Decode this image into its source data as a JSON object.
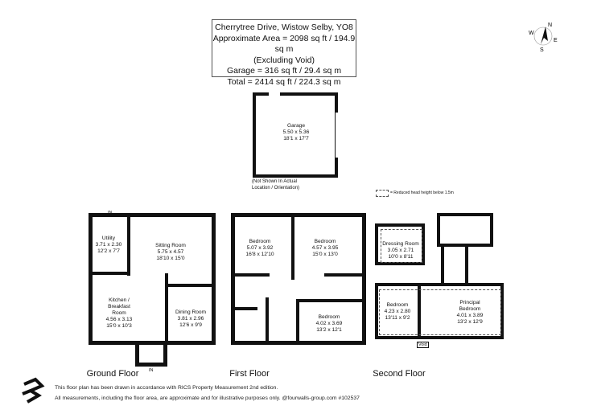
{
  "header": {
    "lines": [
      "Cherrytree Drive, Wistow Selby, YO8",
      "Approximate Area = 2098 sq ft / 194.9 sq m",
      "(Excluding Void)",
      "Garage = 316 sq ft / 29.4 sq m",
      "Total = 2414 sq ft / 224.3 sq m"
    ]
  },
  "compass": {
    "n": "N",
    "e": "E",
    "s": "S",
    "w": "W"
  },
  "garage": {
    "name": "Garage",
    "metric": "5.50 x 5.36",
    "imperial": "18'1 x 17'7",
    "note": "(Not Shown In Actual Location / Orientation)"
  },
  "legend": {
    "text": "= Reduced head height below 1.5m"
  },
  "ground_floor": {
    "label": "Ground Floor",
    "entrance": "IN",
    "rooms": [
      {
        "name": "Utility",
        "metric": "3.71 x 2.30",
        "imperial": "12'2 x 7'7"
      },
      {
        "name": "Sitting Room",
        "metric": "5.75 x 4.57",
        "imperial": "18'10 x 15'0"
      },
      {
        "name": "Kitchen / Breakfast Room",
        "metric": "4.56 x 3.13",
        "imperial": "15'0 x 10'3"
      },
      {
        "name": "Dining Room",
        "metric": "3.81 x 2.96",
        "imperial": "12'6 x 9'9"
      }
    ]
  },
  "first_floor": {
    "label": "First Floor",
    "rooms": [
      {
        "name": "Bedroom",
        "metric": "5.07 x 3.92",
        "imperial": "16'8 x 12'10"
      },
      {
        "name": "Bedroom",
        "metric": "4.57 x 3.95",
        "imperial": "15'0 x 13'0"
      },
      {
        "name": "Bedroom",
        "metric": "4.02 x 3.69",
        "imperial": "13'2 x 12'1"
      }
    ]
  },
  "second_floor": {
    "label": "Second Floor",
    "void": "Void",
    "rooms": [
      {
        "name": "Dressing Room",
        "metric": "3.05 x 2.71",
        "imperial": "10'0 x 8'11"
      },
      {
        "name": "Bedroom",
        "metric": "4.23 x 2.80",
        "imperial": "13'11 x 9'2"
      },
      {
        "name": "Principal Bedroom",
        "metric": "4.01 x 3.89",
        "imperial": "13'2 x 12'9"
      }
    ]
  },
  "footer": {
    "line1": "This floor plan has been drawn in accordance with RICS Property Measurement 2nd edition.",
    "line2": "All measurements, including the floor area, are approximate and for illustrative purposes only. @fourwalls-group.com #102537"
  }
}
